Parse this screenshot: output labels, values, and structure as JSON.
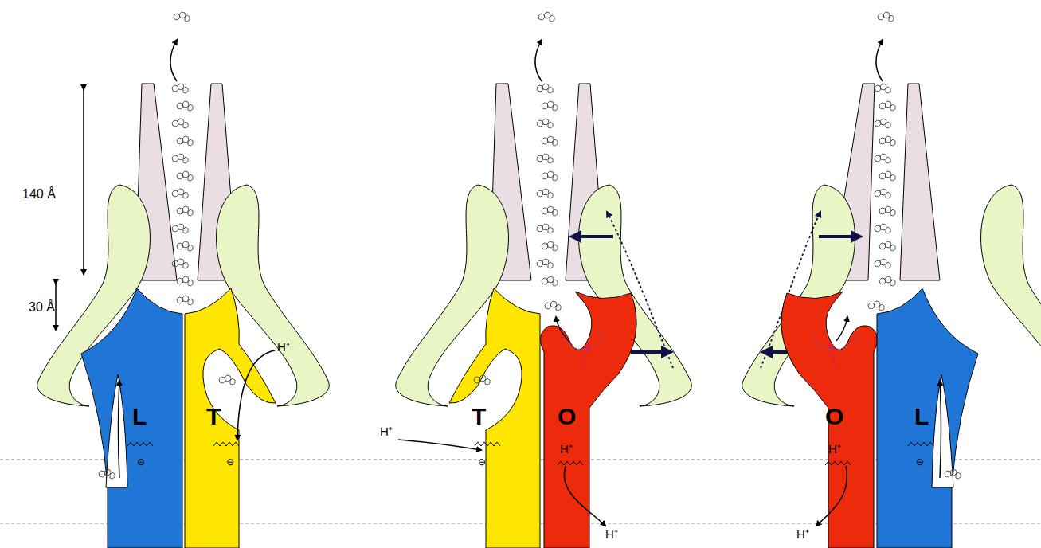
{
  "diagram": {
    "nodes": [
      {
        "text": [
          "L"
        ]
      },
      {
        "text": [
          "T"
        ]
      },
      {
        "text": [
          "T"
        ]
      },
      {
        "text": [
          "O"
        ]
      },
      {
        "text": [
          "O"
        ]
      },
      {
        "text": [
          "L"
        ]
      }
    ],
    "labels": [
      "140 Å",
      "30 Å",
      "H⁺",
      "⊖",
      "⊖",
      "H⁺",
      "⊖",
      "H⁺",
      "H⁺",
      "H⁺",
      "H⁺",
      "⊖"
    ]
  }
}
